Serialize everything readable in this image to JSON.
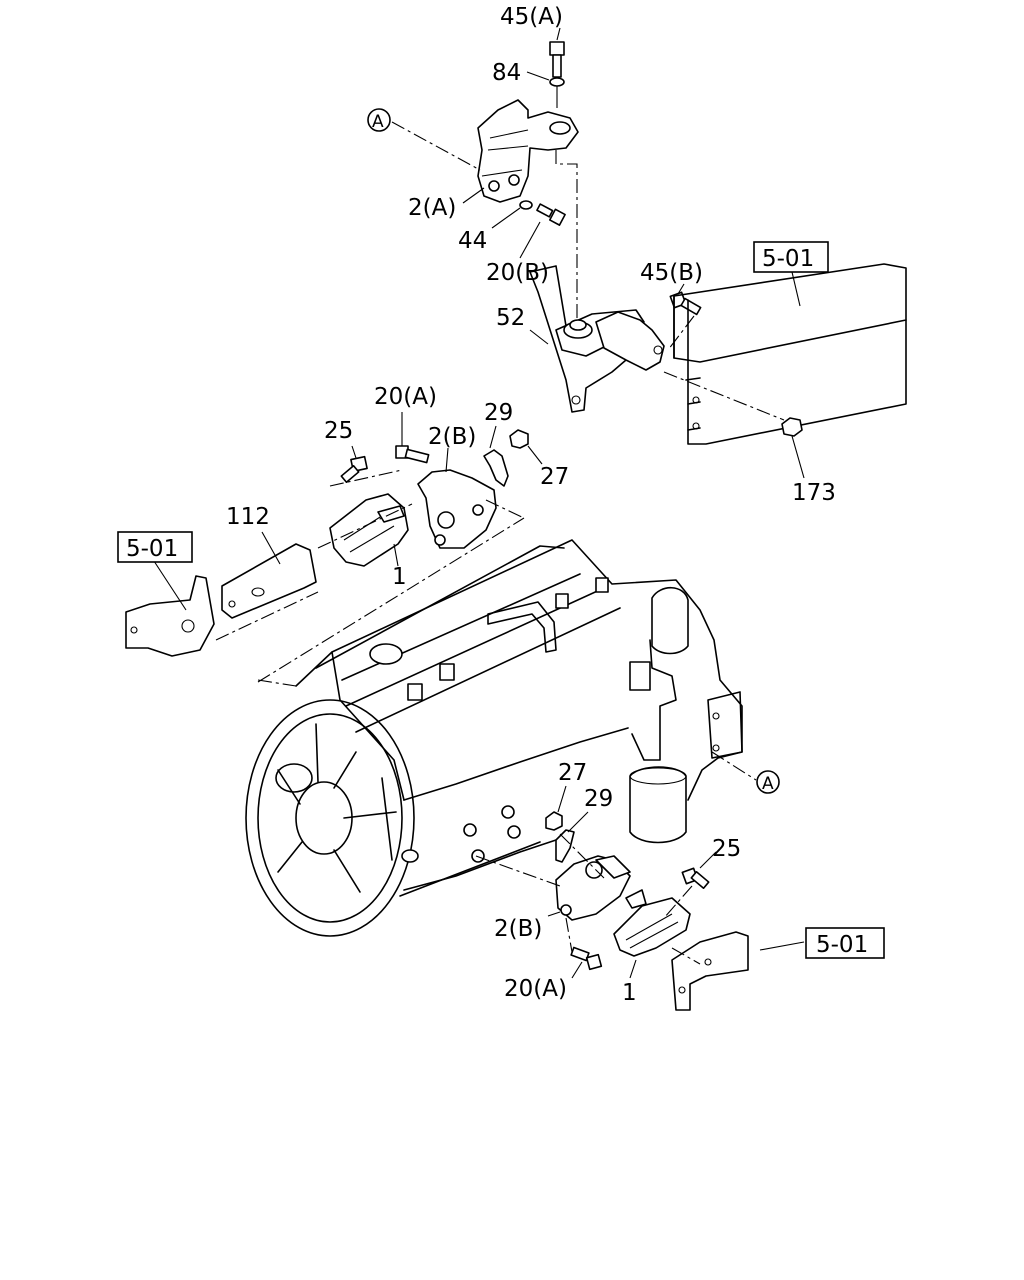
{
  "callouts": {
    "bolt_45A": "45(A)",
    "washer_84": "84",
    "ref_A_top": "A",
    "bracket_2A": "2(A)",
    "washer_44": "44",
    "bolt_20B": "20(B)",
    "bolt_45B": "45(B)",
    "frame_ref_top": "5-01",
    "mount_52": "52",
    "bolt_20A_upper": "20(A)",
    "bolt_25_upper": "25",
    "bracket_2B_upper": "2(B)",
    "stopper_29_upper": "29",
    "nut_27_upper": "27",
    "nut_173": "173",
    "plate_112": "112",
    "frame_ref_left": "5-01",
    "insulator_1_upper": "1",
    "ref_A_engine": "A",
    "nut_27_lower": "27",
    "stopper_29_lower": "29",
    "bolt_25_lower": "25",
    "bracket_2B_lower": "2(B)",
    "frame_ref_right": "5-01",
    "bolt_20A_lower": "20(A)",
    "insulator_1_lower": "1"
  }
}
